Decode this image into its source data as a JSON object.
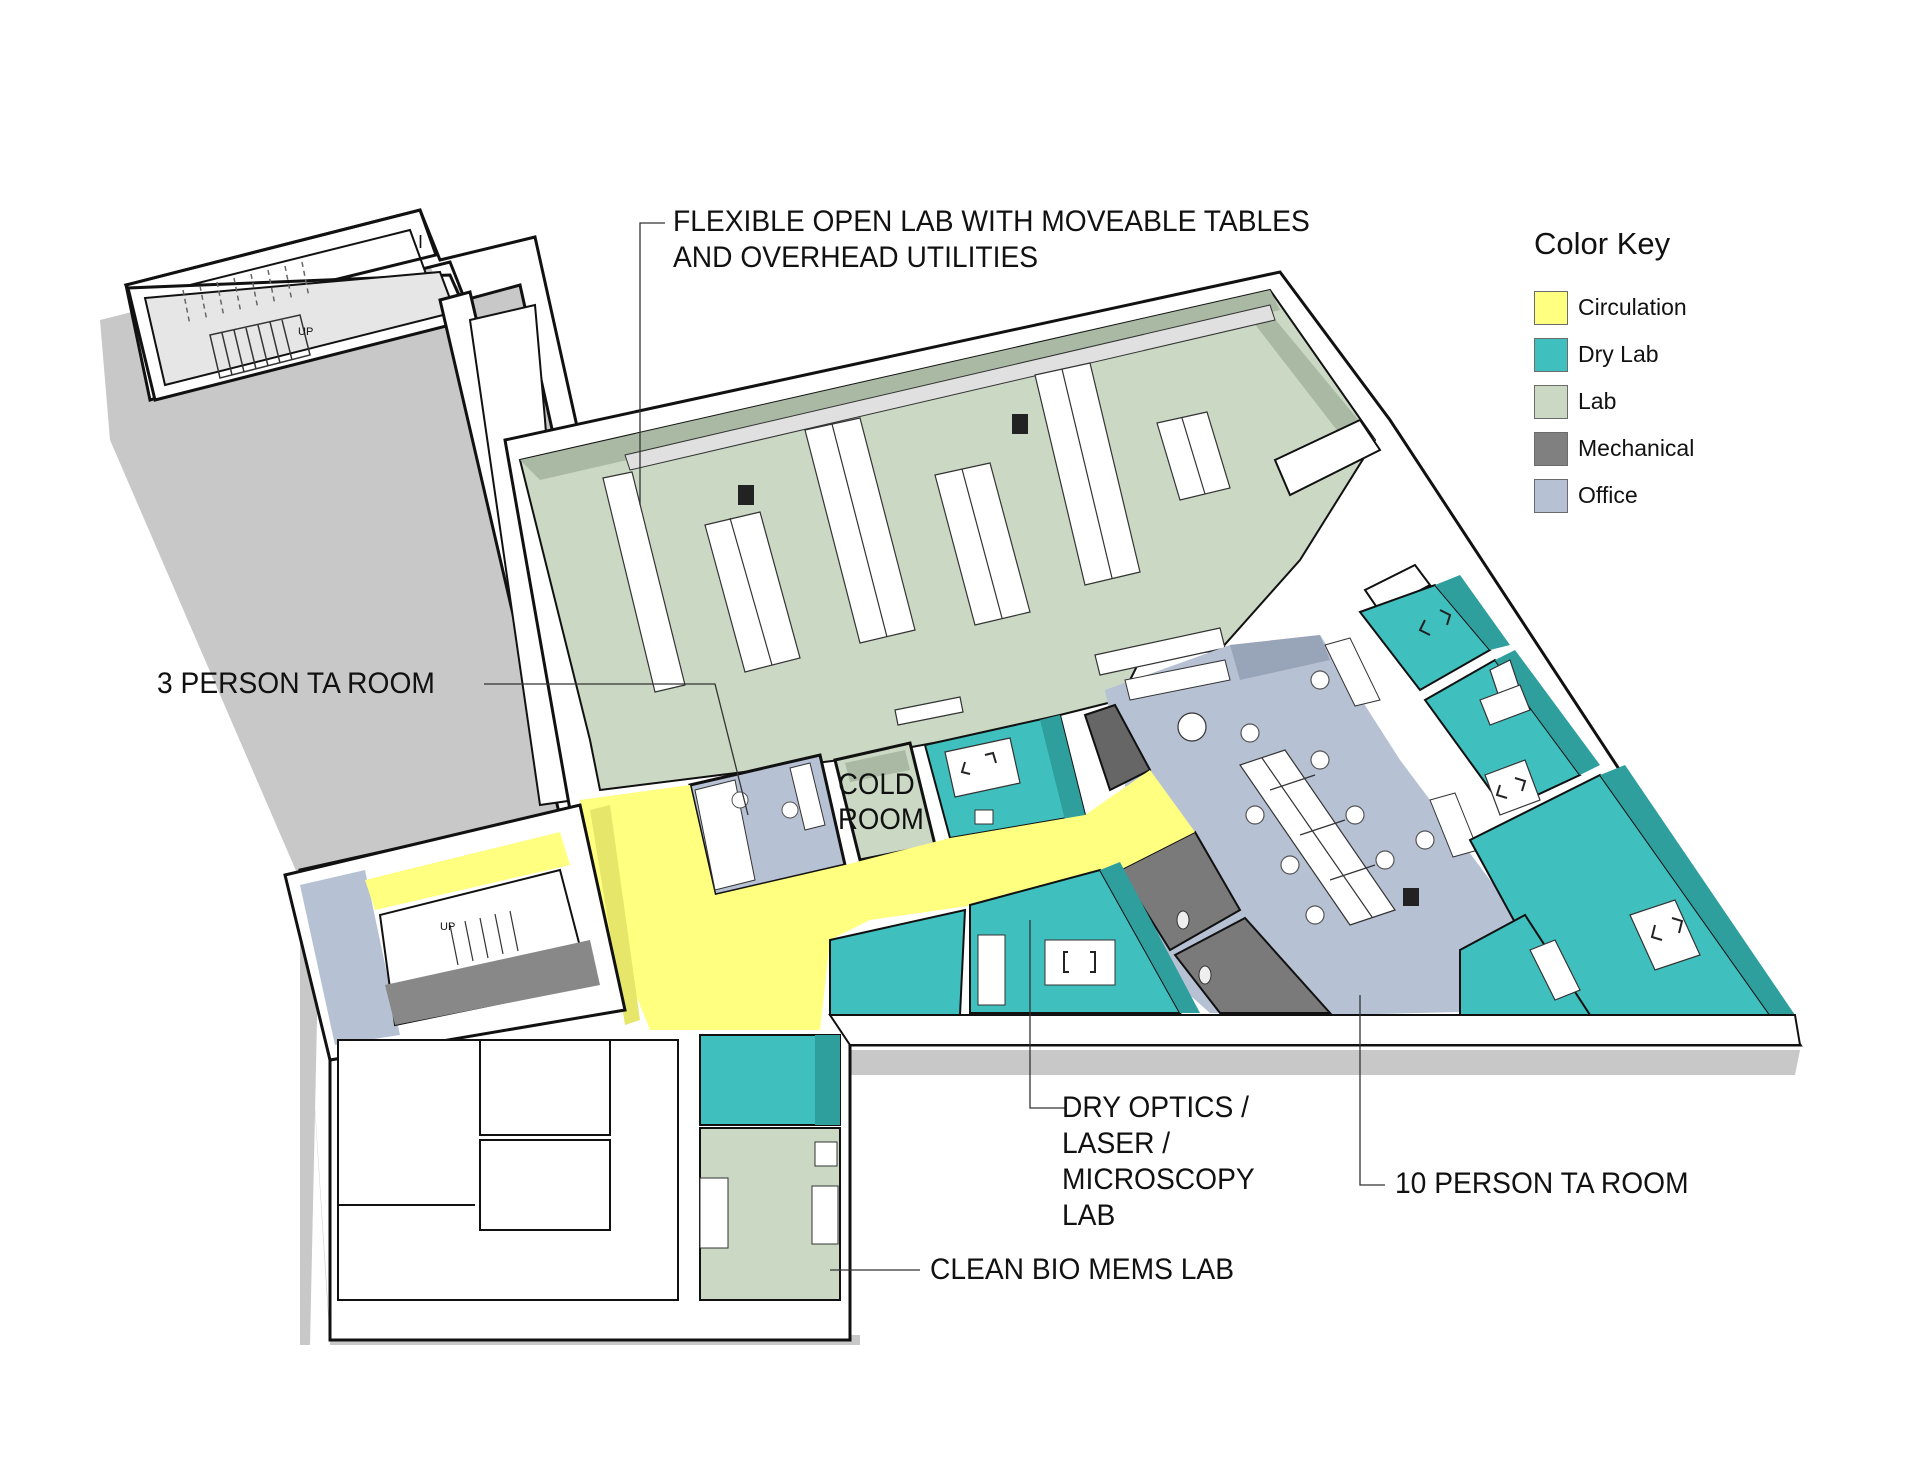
{
  "legend": {
    "title": "Color Key",
    "items": [
      {
        "label": "Circulation",
        "color": "#ffff80"
      },
      {
        "label": "Dry Lab",
        "color": "#3fbfbe"
      },
      {
        "label": "Lab",
        "color": "#cad8c4"
      },
      {
        "label": "Mechanical",
        "color": "#808080"
      },
      {
        "label": "Office",
        "color": "#b6c1d4"
      }
    ]
  },
  "callouts": {
    "open_lab_line1": "FLEXIBLE OPEN LAB WITH MOVEABLE TABLES",
    "open_lab_line2": "AND OVERHEAD UTILITIES",
    "ta_room_3": "3 PERSON TA ROOM",
    "dry_optics_line1": "DRY OPTICS /",
    "dry_optics_line2": "LASER /",
    "dry_optics_line3": "MICROSCOPY",
    "dry_optics_line4": "LAB",
    "ta_room_10": "10 PERSON TA ROOM",
    "clean_bio": "CLEAN BIO MEMS LAB"
  },
  "rooms": {
    "cold_room_line1": "COLD",
    "cold_room_line2": "ROOM"
  },
  "stairs": {
    "upper_stair_label": "UP",
    "lower_stair_label": "UP"
  },
  "colors": {
    "circulation": "#ffff80",
    "dry_lab": "#3fbfbe",
    "dry_lab_shadow": "#2f9f9e",
    "lab": "#cad8c4",
    "lab_shadow": "#a9b9a3",
    "mechanical": "#808080",
    "mechanical_dark": "#666666",
    "office": "#b6c1d4",
    "office_shadow": "#98a4b8",
    "drop_shadow": "#c8c8c8",
    "wall": "#ffffff",
    "line": "#111111"
  }
}
